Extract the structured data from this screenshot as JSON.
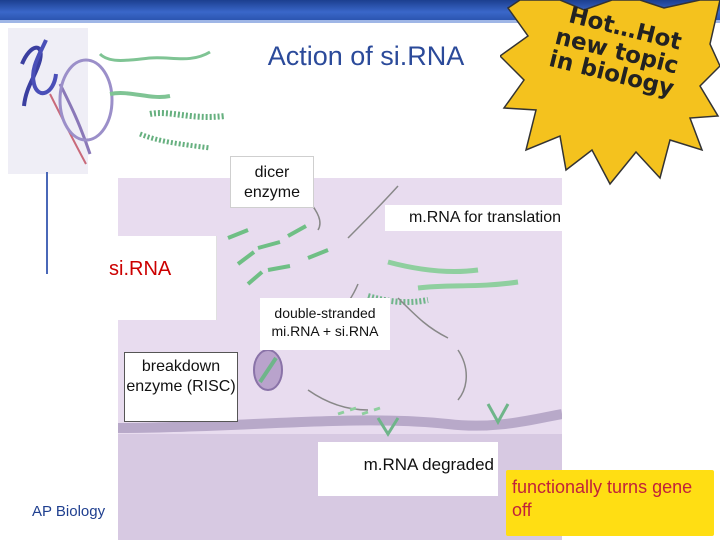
{
  "slide": {
    "title": "Action of si.RNA",
    "footer": "AP Biology"
  },
  "labels": {
    "dicer": "dicer enzyme",
    "mrna_translation": "m.RNA for translation",
    "sirna": "si.RNA",
    "double_stranded": "double-stranded mi.RNA + si.RNA",
    "breakdown": "breakdown enzyme (RISC)",
    "mrna_degraded": "m.RNA degraded"
  },
  "callouts": {
    "hot_line1": "Hot…Hot",
    "hot_line2": "new topic",
    "hot_line3": "in biology",
    "functional": "functionally turns gene off"
  },
  "colors": {
    "title": "#2b4a9a",
    "sirna_label": "#cc0000",
    "callout_bg": "#ffde13",
    "callout_text": "#c0223a",
    "star_fill": "#f4c21e",
    "cell_bg": "#e8dcef",
    "rna_strand": "#6fbf85"
  }
}
